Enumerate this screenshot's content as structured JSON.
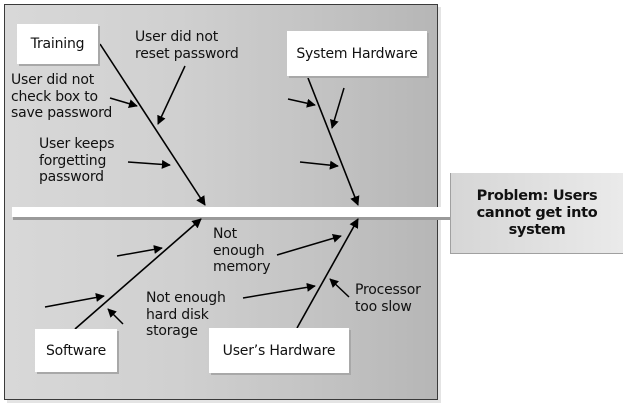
{
  "diagram": {
    "type": "fishbone",
    "problem": {
      "label": "Problem: Users cannot get into system"
    },
    "categories": [
      {
        "label": "Training",
        "causes": [
          "User did not reset password",
          "User did not check box to save password",
          "User keeps forgetting password"
        ]
      },
      {
        "label": "System Hardware",
        "causes": []
      },
      {
        "label": "Software",
        "causes": [
          "Not enough hard disk storage"
        ]
      },
      {
        "label": "User’s Hardware",
        "causes": [
          "Not enough memory",
          "Processor too slow"
        ]
      }
    ],
    "text": {
      "training": "Training",
      "system_hardware": "System Hardware",
      "software": "Software",
      "users_hardware": "User’s Hardware",
      "problem_line1": "Problem: Users",
      "problem_line2": "cannot get into",
      "problem_line3": "system",
      "reset_line1": "User did not",
      "reset_line2": "reset password",
      "checkbox_line1": "User did not",
      "checkbox_line2": "check box to",
      "checkbox_line3": "save password",
      "forget_line1": "User keeps",
      "forget_line2": "forgetting",
      "forget_line3": "password",
      "memory_line1": "Not",
      "memory_line2": "enough",
      "memory_line3": "memory",
      "disk_line1": "Not enough",
      "disk_line2": "hard disk",
      "disk_line3": "storage",
      "processor_line1": "Processor",
      "processor_line2": "too slow"
    }
  }
}
